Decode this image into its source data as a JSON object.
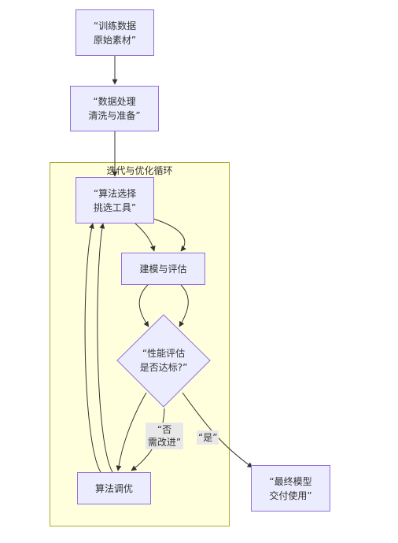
{
  "cluster": {
    "title": "迭代与优化循环"
  },
  "nodes": {
    "raw": {
      "line1": "“训练数据",
      "line2": "原始素材”"
    },
    "prep": {
      "line1": "“数据处理",
      "line2": "清洗与准备”"
    },
    "algo": {
      "line1": "“算法选择",
      "line2": "挑选工具”"
    },
    "model": {
      "label": "建模与评估"
    },
    "decision": {
      "line1": "“性能评估",
      "line2": "是否达标?”"
    },
    "tune": {
      "label": "算法调优"
    },
    "deliver": {
      "line1": "“最终模型",
      "line2": "交付使用”"
    }
  },
  "edges": {
    "no": {
      "line1": "“否",
      "line2": "需改进”"
    },
    "yes": {
      "label": "“是”"
    }
  },
  "colors": {
    "node_fill": "#ececff",
    "node_stroke": "#9370db",
    "cluster_fill": "#ffffde",
    "cluster_stroke": "#aaaa33",
    "edge": "#333333"
  }
}
